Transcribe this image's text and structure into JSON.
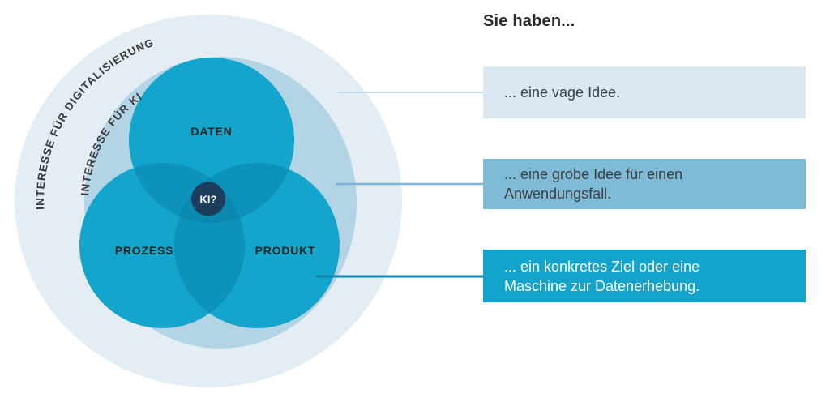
{
  "venn": {
    "outer_ring_label": "INTERESSE FÜR DIGITALISIERUNG",
    "inner_ring_label": "INTERESSE FÜR KI",
    "circles": {
      "top": "DATEN",
      "left": "PROZESS",
      "right": "PRODUKT"
    },
    "center_label": "KI?"
  },
  "panel": {
    "heading": "Sie haben...",
    "items": [
      {
        "lines": [
          "... eine vage Idee."
        ]
      },
      {
        "lines": [
          "... eine grobe Idee für einen",
          "Anwendungsfall."
        ]
      },
      {
        "lines": [
          "... ein konkretes Ziel oder eine",
          "Maschine zur Datenerhebung."
        ]
      }
    ]
  },
  "colors": {
    "outer_ring": "#e3edf3",
    "inner_ring": "#b3d4e4",
    "circle": "#14a5cc",
    "pair_overlap": "#0d92b9",
    "core_overlap": "#0b89b0",
    "ki_badge": "#1c3e5c",
    "box_1_bg": "#d9e8f1",
    "box_2_bg": "#7fbad6",
    "box_3_bg": "#14a3ca",
    "connector_1": "#bcd8e8",
    "connector_2": "#79b6d3",
    "connector_3": "#1286b0",
    "text_dark": "#3b4045",
    "text_light": "#ffffff"
  }
}
